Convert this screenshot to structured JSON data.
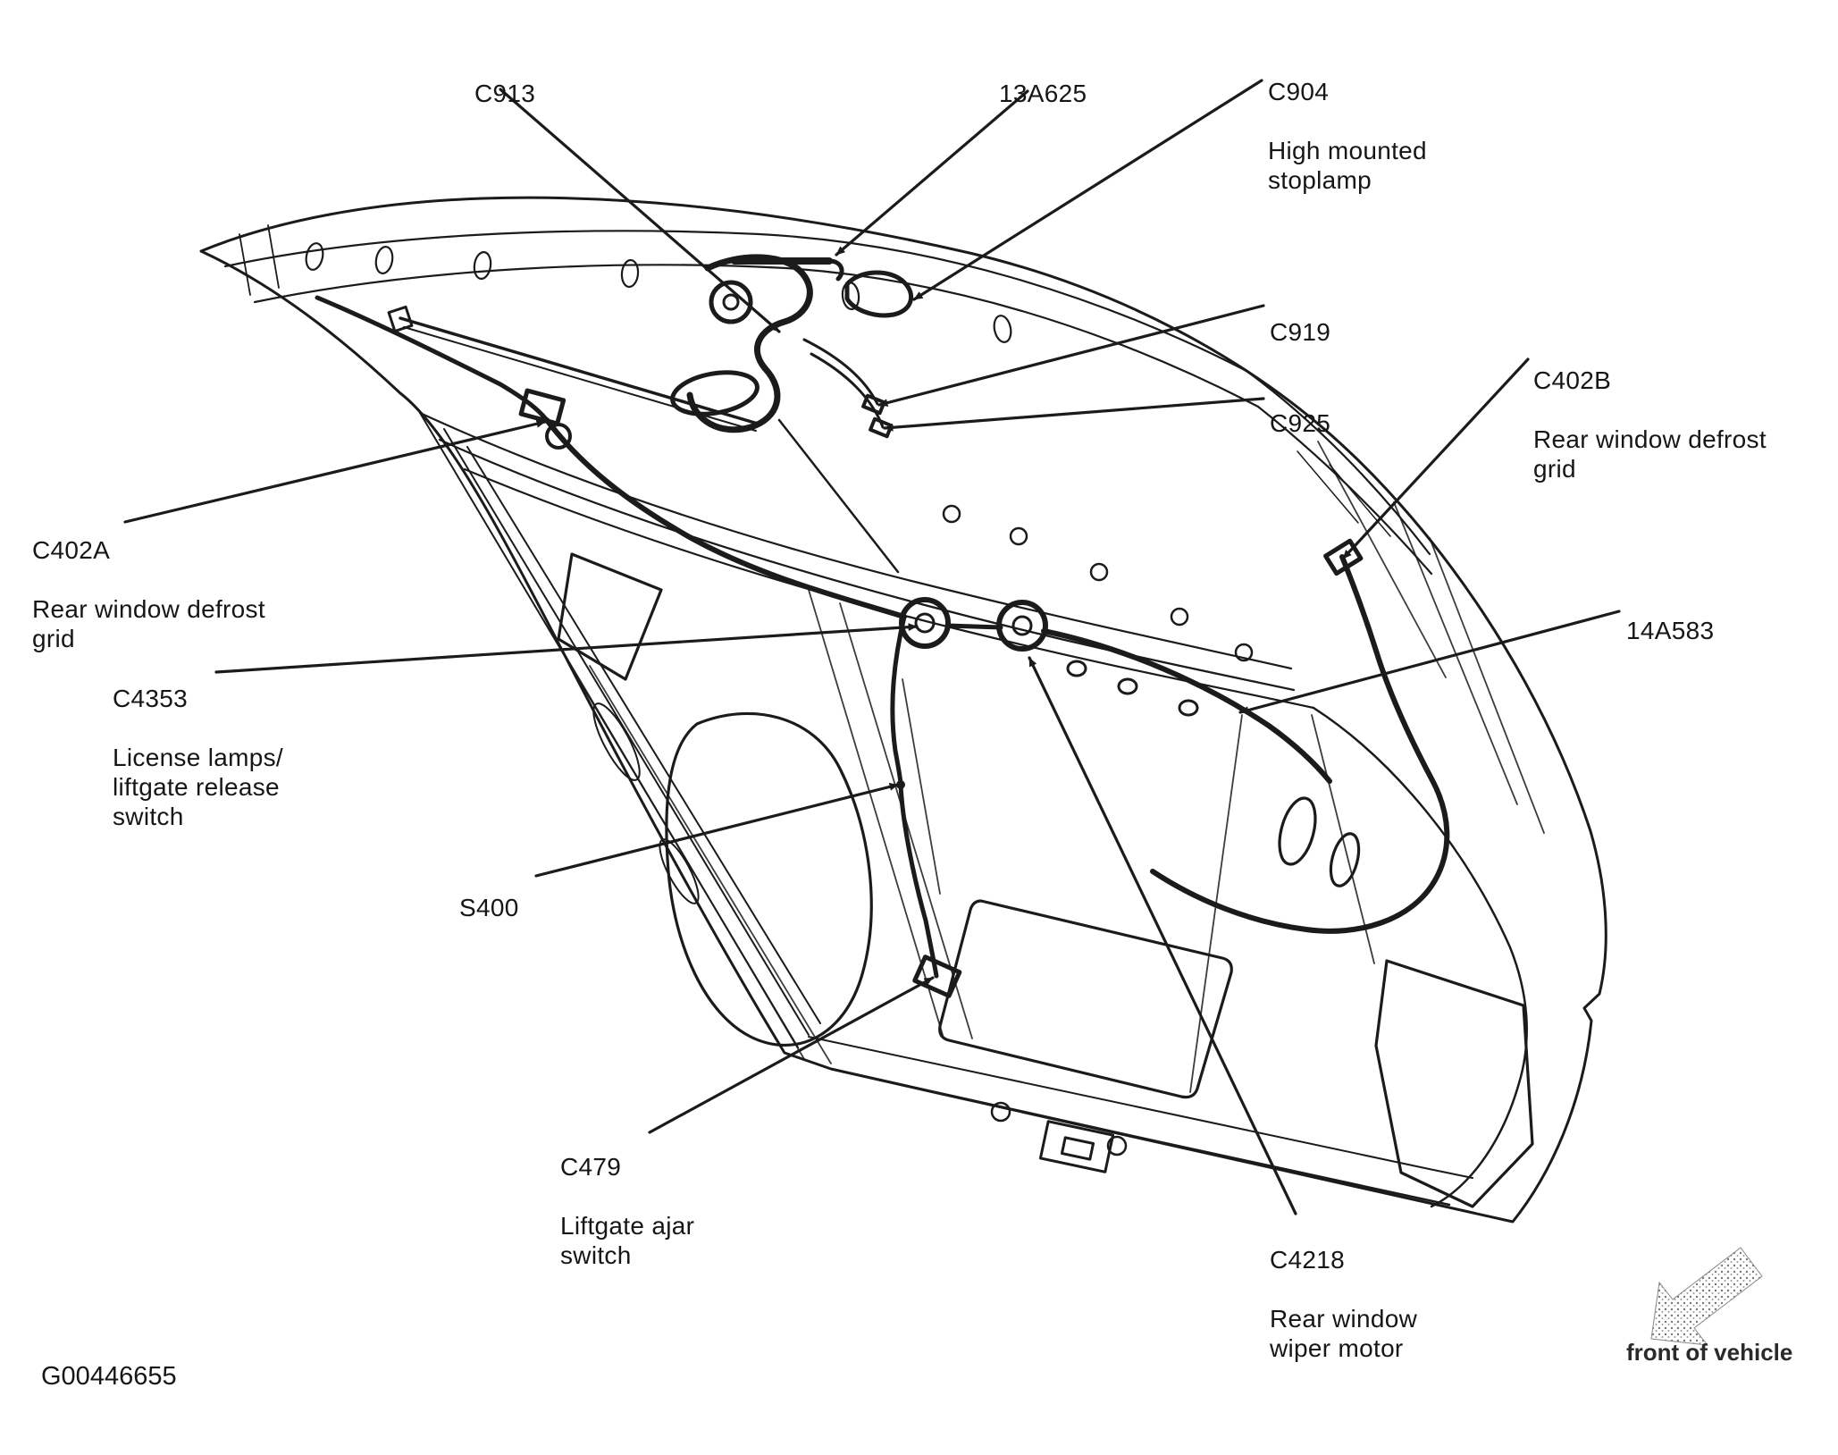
{
  "figure": {
    "id": "G00446655",
    "orientation_label": "front of vehicle"
  },
  "callouts": {
    "c913": {
      "code": "C913"
    },
    "a13a625": {
      "code": "13A625"
    },
    "c904": {
      "code": "C904",
      "desc": "High mounted\nstoplamp"
    },
    "c919": {
      "code": "C919"
    },
    "c925": {
      "code": "C925"
    },
    "c402b": {
      "code": "C402B",
      "desc": "Rear window defrost\ngrid"
    },
    "c402a": {
      "code": "C402A",
      "desc": "Rear window defrost\ngrid"
    },
    "c4353": {
      "code": "C4353",
      "desc": "License lamps/\nliftgate release\nswitch"
    },
    "a14a583": {
      "code": "14A583"
    },
    "s400": {
      "code": "S400"
    },
    "c479": {
      "code": "C479",
      "desc": "Liftgate ajar\nswitch"
    },
    "c4218": {
      "code": "C4218",
      "desc": "Rear window\nwiper motor"
    }
  },
  "colors": {
    "ink": "#1b1b1b",
    "stipple_gray": "#8a8a8a"
  }
}
